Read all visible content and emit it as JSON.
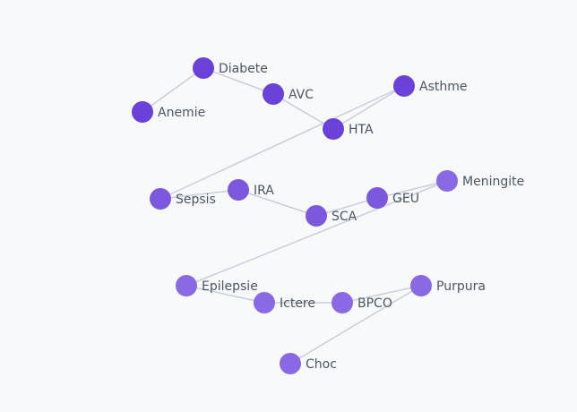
{
  "colors": {
    "background": "#f7f9fb",
    "edge": "#c9ced9",
    "label": "#4b5563",
    "node_dark": "#6a41d9",
    "node_mid": "#7b58de",
    "node_light": "#8a6ae4"
  },
  "graph": {
    "nodes": [
      {
        "id": "diabete",
        "label": "Diabete",
        "tone": "dark"
      },
      {
        "id": "anemie",
        "label": "Anemie",
        "tone": "dark"
      },
      {
        "id": "avc",
        "label": "AVC",
        "tone": "dark"
      },
      {
        "id": "asthme",
        "label": "Asthme",
        "tone": "dark"
      },
      {
        "id": "hta",
        "label": "HTA",
        "tone": "dark"
      },
      {
        "id": "sepsis",
        "label": "Sepsis",
        "tone": "mid"
      },
      {
        "id": "ira",
        "label": "IRA",
        "tone": "mid"
      },
      {
        "id": "sca",
        "label": "SCA",
        "tone": "mid"
      },
      {
        "id": "geu",
        "label": "GEU",
        "tone": "mid"
      },
      {
        "id": "meningite",
        "label": "Meningite",
        "tone": "light"
      },
      {
        "id": "epilepsie",
        "label": "Epilepsie",
        "tone": "light"
      },
      {
        "id": "ictere",
        "label": "Ictere",
        "tone": "light"
      },
      {
        "id": "bpco",
        "label": "BPCO",
        "tone": "light"
      },
      {
        "id": "purpura",
        "label": "Purpura",
        "tone": "light"
      },
      {
        "id": "choc",
        "label": "Choc",
        "tone": "light"
      }
    ],
    "edges": [
      {
        "from": "diabete",
        "to": "anemie"
      },
      {
        "from": "diabete",
        "to": "avc"
      },
      {
        "from": "avc",
        "to": "hta"
      },
      {
        "from": "hta",
        "to": "asthme"
      },
      {
        "from": "asthme",
        "to": "sepsis"
      },
      {
        "from": "sepsis",
        "to": "ira"
      },
      {
        "from": "ira",
        "to": "sca"
      },
      {
        "from": "sca",
        "to": "geu"
      },
      {
        "from": "geu",
        "to": "meningite"
      },
      {
        "from": "meningite",
        "to": "epilepsie"
      },
      {
        "from": "epilepsie",
        "to": "ictere"
      },
      {
        "from": "ictere",
        "to": "bpco"
      },
      {
        "from": "bpco",
        "to": "purpura"
      },
      {
        "from": "purpura",
        "to": "choc"
      }
    ]
  }
}
